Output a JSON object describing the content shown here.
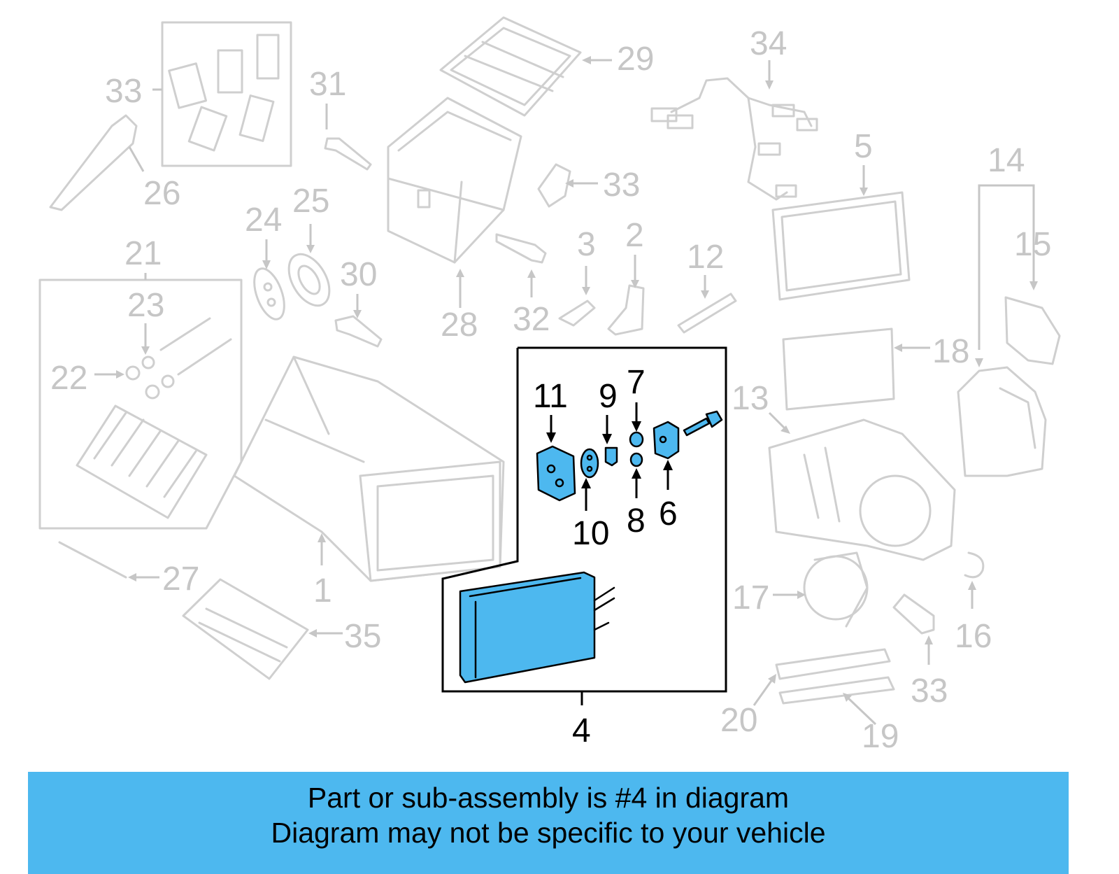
{
  "diagram": {
    "callouts": [
      {
        "id": "c33a",
        "label": "33",
        "highlight": false
      },
      {
        "id": "c26",
        "label": "26",
        "highlight": false
      },
      {
        "id": "c31",
        "label": "31",
        "highlight": false
      },
      {
        "id": "c29",
        "label": "29",
        "highlight": false
      },
      {
        "id": "c34",
        "label": "34",
        "highlight": false
      },
      {
        "id": "c33b",
        "label": "33",
        "highlight": false
      },
      {
        "id": "c5",
        "label": "5",
        "highlight": false
      },
      {
        "id": "c14",
        "label": "14",
        "highlight": false
      },
      {
        "id": "c15",
        "label": "15",
        "highlight": false
      },
      {
        "id": "c24",
        "label": "24",
        "highlight": false
      },
      {
        "id": "c25",
        "label": "25",
        "highlight": false
      },
      {
        "id": "c21",
        "label": "21",
        "highlight": false
      },
      {
        "id": "c30",
        "label": "30",
        "highlight": false
      },
      {
        "id": "c28",
        "label": "28",
        "highlight": false
      },
      {
        "id": "c32",
        "label": "32",
        "highlight": false
      },
      {
        "id": "c3",
        "label": "3",
        "highlight": false
      },
      {
        "id": "c2",
        "label": "2",
        "highlight": false
      },
      {
        "id": "c12",
        "label": "12",
        "highlight": false
      },
      {
        "id": "c23",
        "label": "23",
        "highlight": false
      },
      {
        "id": "c22",
        "label": "22",
        "highlight": false
      },
      {
        "id": "c18",
        "label": "18",
        "highlight": false
      },
      {
        "id": "c13",
        "label": "13",
        "highlight": false
      },
      {
        "id": "c11",
        "label": "11",
        "highlight": true
      },
      {
        "id": "c9",
        "label": "9",
        "highlight": true
      },
      {
        "id": "c7",
        "label": "7",
        "highlight": true
      },
      {
        "id": "c10",
        "label": "10",
        "highlight": true
      },
      {
        "id": "c8",
        "label": "8",
        "highlight": true
      },
      {
        "id": "c6",
        "label": "6",
        "highlight": true
      },
      {
        "id": "c1",
        "label": "1",
        "highlight": false
      },
      {
        "id": "c27",
        "label": "27",
        "highlight": false
      },
      {
        "id": "c35",
        "label": "35",
        "highlight": false
      },
      {
        "id": "c17",
        "label": "17",
        "highlight": false
      },
      {
        "id": "c16",
        "label": "16",
        "highlight": false
      },
      {
        "id": "c33c",
        "label": "33",
        "highlight": false
      },
      {
        "id": "c20",
        "label": "20",
        "highlight": false
      },
      {
        "id": "c19",
        "label": "19",
        "highlight": false
      },
      {
        "id": "c4",
        "label": "4",
        "highlight": true
      }
    ],
    "highlight_color": "#4db8ef",
    "ghost_color": "#c6c6c6"
  },
  "banner": {
    "line1": "Part or sub-assembly is #4 in diagram",
    "line2": "Diagram may not be specific to your vehicle",
    "background": "#4db8ef"
  }
}
